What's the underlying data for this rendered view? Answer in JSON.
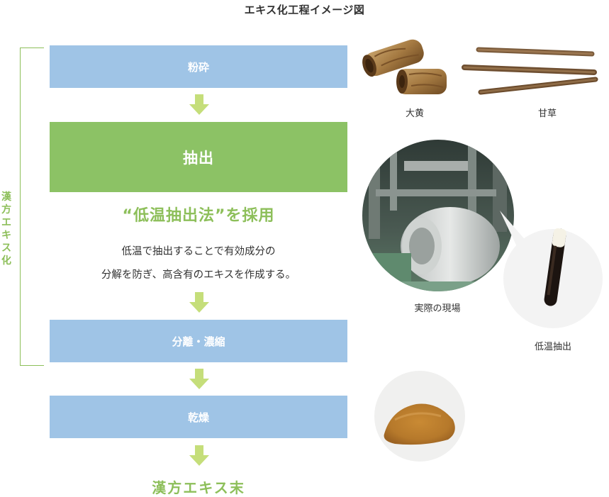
{
  "title": "エキス化工程イメージ図",
  "bracket_label": "漢方エキス化",
  "steps": {
    "crush": "粉砕",
    "extract": "抽出",
    "separate": "分離・濃縮",
    "dry": "乾燥"
  },
  "method": {
    "title": "“低温抽出法”を採用",
    "line1": "低温で抽出することで有効成分の",
    "line2": "分解を防ぎ、高含有のエキスを作成する。"
  },
  "final": "漢方エキス末",
  "captions": {
    "daio": "大黄",
    "kanzo": "甘草",
    "site": "実際の現場",
    "low_temp": "低温抽出"
  },
  "colors": {
    "accent_green": "#8dbf5a",
    "step_blue": "#9fc4e6",
    "step_green": "#8cc265",
    "arrow_green": "#c5de7a"
  }
}
